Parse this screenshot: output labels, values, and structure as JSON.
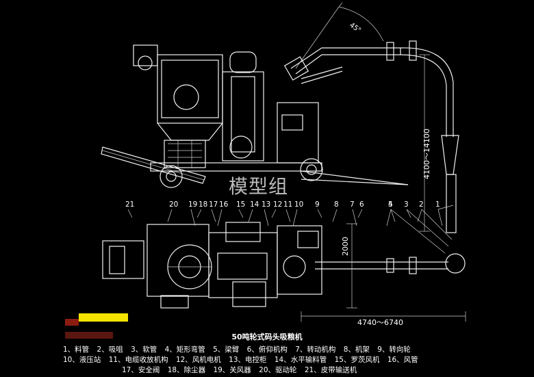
{
  "drawing": {
    "angle_label": "45°",
    "height_dim": "4100～14100",
    "width_dim": "4740～6740",
    "depth_dim": "2000",
    "callouts_side": [
      "21",
      "20",
      "19",
      "18",
      "17",
      "16",
      "15",
      "14",
      "13",
      "12",
      "11",
      "10",
      "9",
      "8",
      "7",
      "6",
      "5",
      "4",
      "3",
      "2",
      "1"
    ],
    "watermark": "模型组"
  },
  "caption": "50吨轮式码头吸粮机",
  "legend": {
    "row1": [
      "1、料管",
      "2、吸咀",
      "3、软管",
      "4、矩形弯管",
      "5、梁臂",
      "6、俯仰机构",
      "7、转动机构",
      "8、机架",
      "9、转向轮"
    ],
    "row2": [
      "10、液压站",
      "11、电缆收放机构",
      "12、风机电机",
      "13、电控柜",
      "14、水平输料管",
      "15、罗茨风机",
      "16、风管"
    ],
    "row3": [
      "17、安全阀",
      "18、除尘器",
      "19、关风器",
      "20、驱动轮",
      "21、皮带输送机"
    ]
  },
  "colors": {
    "background": "#000000",
    "lines": "#f2f2f2",
    "yellow_blob": "#f5e400",
    "red_blob": "#8a1c10"
  }
}
